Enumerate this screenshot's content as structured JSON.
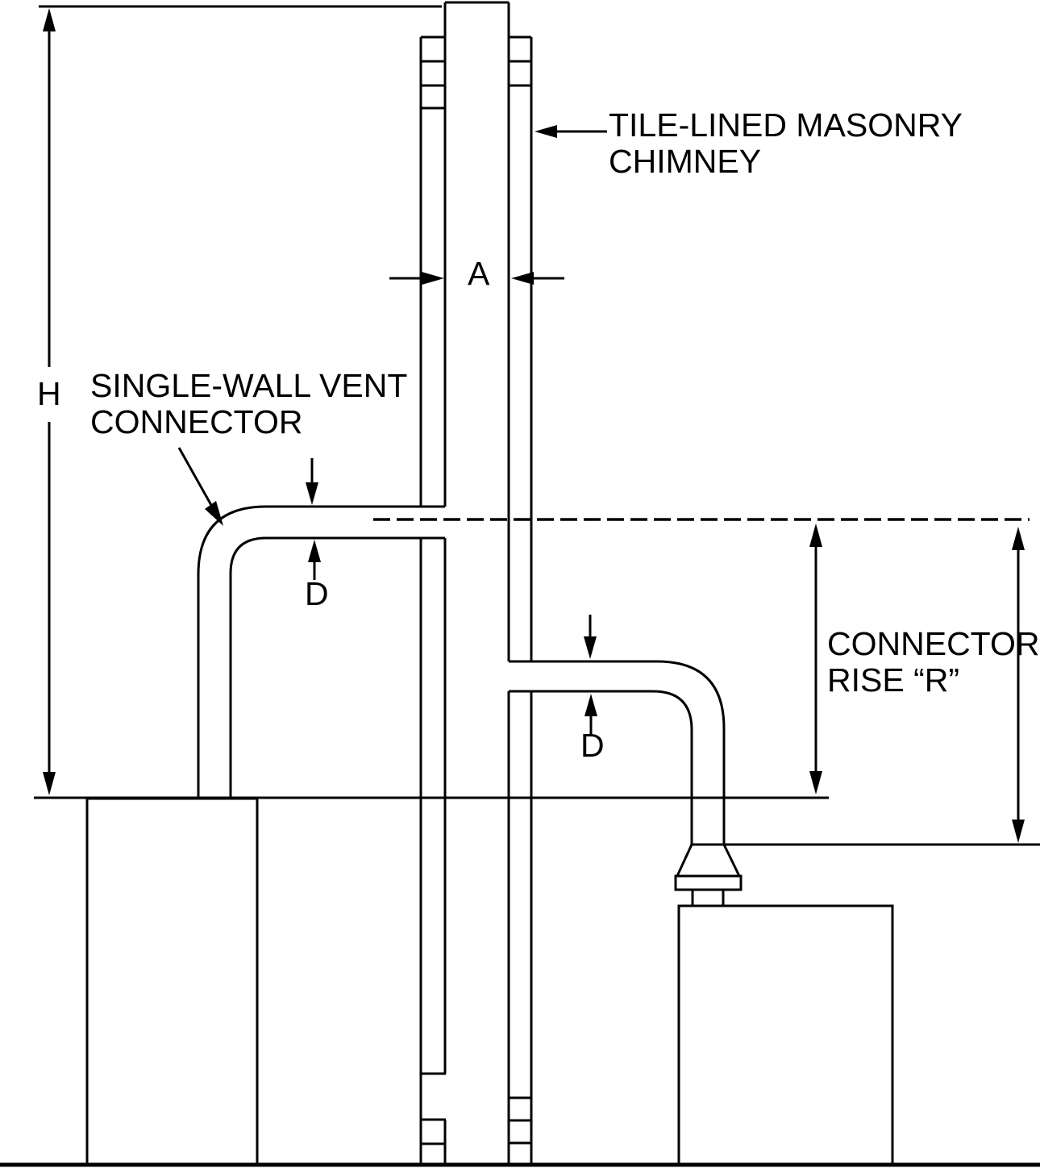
{
  "diagram_title": "Tile-lined masonry chimney with two single-wall vent connectors",
  "colors": {
    "line": "#000000",
    "background": "#ffffff"
  },
  "labels": {
    "h": "H",
    "a": "A",
    "d_left": "D",
    "d_right": "D",
    "chimney": {
      "line1": "TILE-LINED MASONRY",
      "line2": "CHIMNEY"
    },
    "vent_connector": {
      "line1": "SINGLE-WALL VENT",
      "line2": "CONNECTOR"
    },
    "rise": {
      "line1": "CONNECTOR",
      "line2": "RISE “R”"
    }
  }
}
